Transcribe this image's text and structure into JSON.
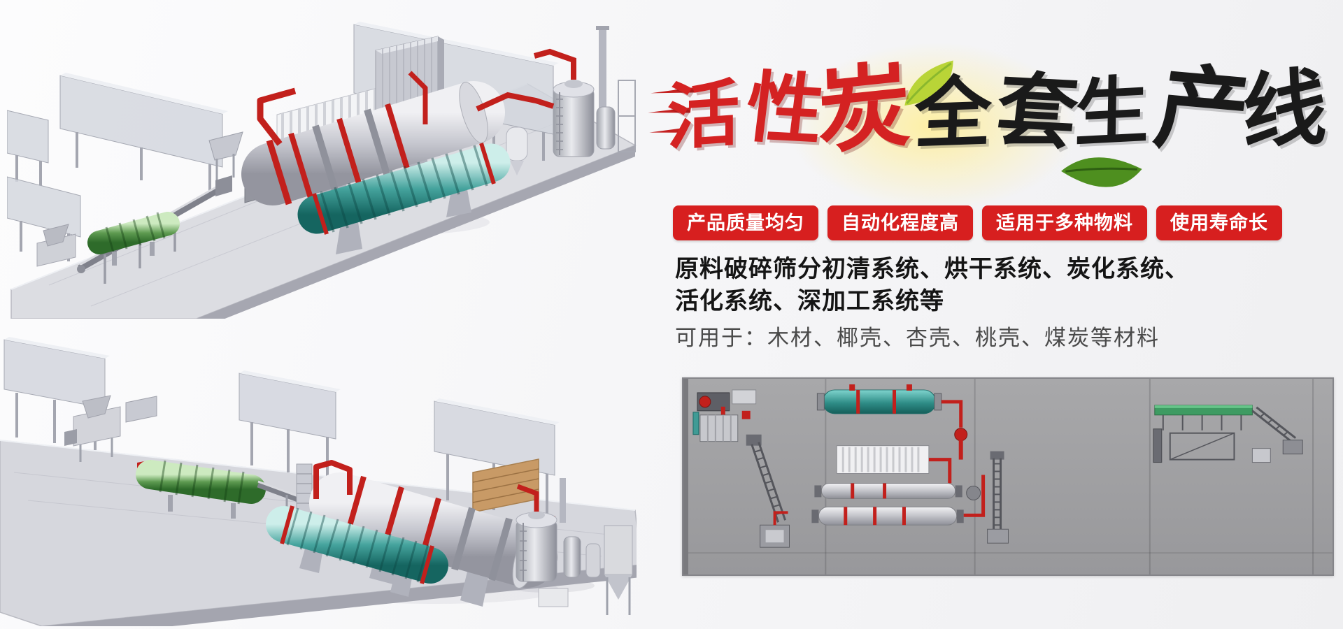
{
  "title": {
    "red_text": "活性炭",
    "black_text": "全套生产线",
    "chars": [
      {
        "c": "活"
      },
      {
        "c": "性"
      },
      {
        "c": "炭"
      },
      {
        "c": "全"
      },
      {
        "c": "套"
      },
      {
        "c": "生"
      },
      {
        "c": "产"
      },
      {
        "c": "线"
      }
    ]
  },
  "badges": [
    {
      "label": "产品质量均匀"
    },
    {
      "label": "自动化程度高"
    },
    {
      "label": "适用于多种物料"
    },
    {
      "label": "使用寿命长"
    }
  ],
  "description": {
    "line1": "原料破碎筛分初清系统、烘干系统、炭化系统、",
    "line2": "活化系统、深加工系统等",
    "line3": "可用于：木材、椰壳、杏壳、桃壳、煤炭等材料"
  },
  "colors": {
    "badge-red": "#d71f1f",
    "title-red": "#d42222",
    "title-black": "#1a1a1a",
    "pipe-red": "#c2201c",
    "machine-teal": "#45a39d",
    "machine-green": "#5d9a50",
    "leaf-green": "#5a9e2c",
    "schematic-gray": "#9e9ea0"
  }
}
